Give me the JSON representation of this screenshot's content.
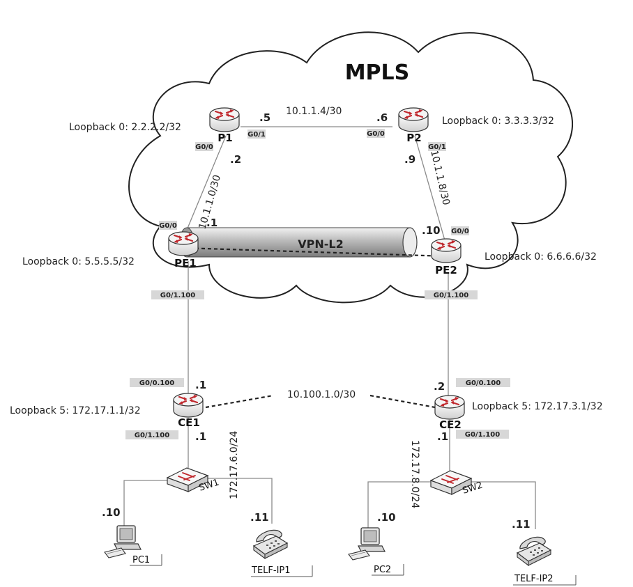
{
  "cloud": {
    "title": "MPLS"
  },
  "tunnel": {
    "label": "VPN-L2"
  },
  "routers": {
    "p1": {
      "name": "P1",
      "loopback": "Loopback 0: 2.2.2.2/32"
    },
    "p2": {
      "name": "P2",
      "loopback": "Loopback 0: 3.3.3.3/32"
    },
    "pe1": {
      "name": "PE1",
      "loopback": "Loopback 0: 5.5.5.5/32"
    },
    "pe2": {
      "name": "PE2",
      "loopback": "Loopback 0: 6.6.6.6/32"
    },
    "ce1": {
      "name": "CE1",
      "loopback": "Loopback 5: 172.17.1.1/32"
    },
    "ce2": {
      "name": "CE2",
      "loopback": "Loopback 5: 172.17.3.1/32"
    }
  },
  "switches": {
    "sw1": "SW1",
    "sw2": "SW2"
  },
  "hosts": {
    "pc1": "PC1",
    "pc2": "PC2",
    "tel1": "TELF-IP1",
    "tel2": "TELF-IP2"
  },
  "networks": {
    "p1_p2": "10.1.1.4/30",
    "p1_pe1": "10.1.1.0/30",
    "p2_pe2": "10.1.1.8/30",
    "ce1_ce2": "10.100.1.0/30",
    "lan1": "172.17.6.0/24",
    "lan2": "172.17.8.0/24"
  },
  "host_octets": {
    "p1_p2side": ".5",
    "p2_p1side": ".6",
    "p1_pe1side": ".2",
    "pe1_p1side": ".1",
    "p2_pe2side": ".9",
    "pe2_p2side": ".10",
    "ce1_wan": ".1",
    "ce2_wan": ".2",
    "ce1_lan": ".1",
    "ce2_lan": ".1",
    "pc1": ".10",
    "tel1": ".11",
    "pc2": ".10",
    "tel2": ".11"
  },
  "interfaces": {
    "p1_g01": "G0/1",
    "p1_g00": "G0/0",
    "p2_g00": "G0/0",
    "p2_g01": "G0/1",
    "pe1_g00": "G0/0",
    "pe2_g00": "G0/0",
    "pe1_g01100": "G0/1.100",
    "pe2_g01100": "G0/1.100",
    "ce1_g00100": "G0/0.100",
    "ce2_g00100": "G0/0.100",
    "ce1_g01100": "G0/1.100",
    "ce2_g01100": "G0/1.100"
  }
}
